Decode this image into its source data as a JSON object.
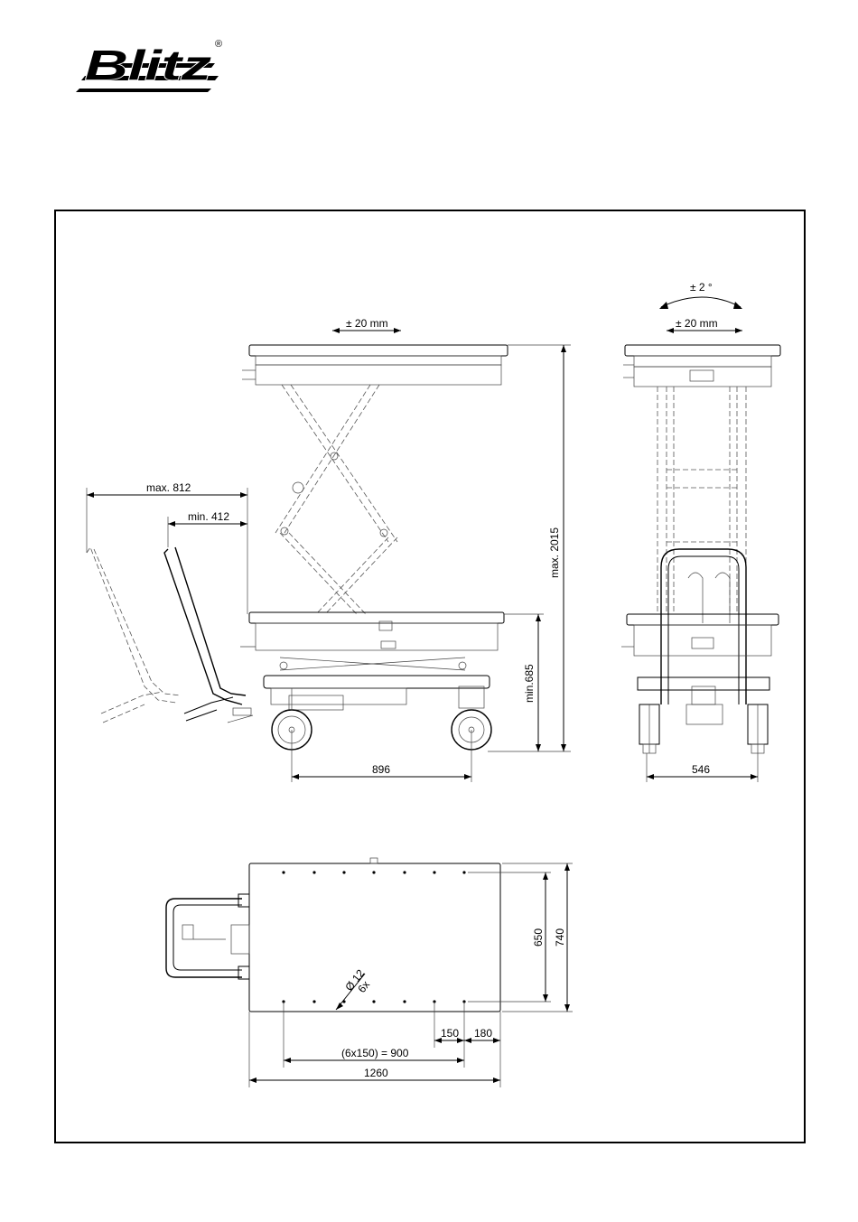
{
  "brand": {
    "name": "Blitz",
    "registered": "®"
  },
  "dimensions": {
    "tilt": "± 2 °",
    "side_shift": "± 20 mm",
    "front_shift": "± 20 mm",
    "max_height": "max. 2015",
    "min_height": "min.685",
    "handle_max": "max. 812",
    "handle_min": "min. 412",
    "wheelbase": "896",
    "track": "546",
    "width_650": "650",
    "width_740": "740",
    "hole_spacing": "150",
    "edge_offset": "180",
    "hole_pattern": "(6x150) = 900",
    "length": "1260",
    "hole_diameter": "Ø 12",
    "hole_count": "6x"
  }
}
